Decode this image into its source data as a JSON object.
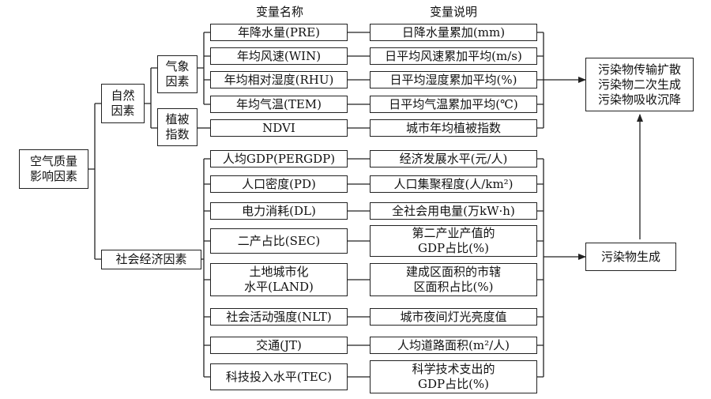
{
  "headers": {
    "variable_name": "变量名称",
    "variable_desc": "变量说明"
  },
  "root": {
    "line1": "空气质量",
    "line2": "影响因素"
  },
  "natural": {
    "line1": "自然",
    "line2": "因素"
  },
  "meteo": {
    "line1": "气象",
    "line2": "因素"
  },
  "vegetation": {
    "line1": "植被",
    "line2": "指数"
  },
  "socio": {
    "label": "社会经济因素"
  },
  "variables": [
    {
      "name": "年降水量(PRE)",
      "desc": "日降水量累加(mm)"
    },
    {
      "name": "年均风速(WIN)",
      "desc": "日平均风速累加平均(m/s)"
    },
    {
      "name": "年均相对湿度(RHU)",
      "desc": "日平均湿度累加平均(%)"
    },
    {
      "name": "年均气温(TEM)",
      "desc": "日平均气温累加平均(℃)"
    },
    {
      "name": "NDVI",
      "desc": "城市年均植被指数"
    },
    {
      "name": "人均GDP(PERGDP)",
      "desc": "经济发展水平(元/人)"
    },
    {
      "name": "人口密度(PD)",
      "desc": "人口集聚程度(人/km²)"
    },
    {
      "name": "电力消耗(DL)",
      "desc": "全社会用电量(万kW·h)"
    },
    {
      "name": "二产占比(SEC)",
      "desc_line1": "第二产业产值的",
      "desc_line2": "GDP占比(%)"
    },
    {
      "name_line1": "土地城市化",
      "name_line2": "水平(LAND)",
      "desc_line1": "建成区面积的市辖",
      "desc_line2": "区面积占比(%)"
    },
    {
      "name": "社会活动强度(NLT)",
      "desc": "城市夜间灯光亮度值"
    },
    {
      "name": "交通(JT)",
      "desc": "人均道路面积(m²/人)"
    },
    {
      "name": "科技投入水平(TEC)",
      "desc_line1": "科学技术支出的",
      "desc_line2": "GDP占比(%)"
    }
  ],
  "outcomes": {
    "natural_effect": {
      "line1": "污染物传输扩散",
      "line2": "污染物二次生成",
      "line3": "污染物吸收沉降"
    },
    "socio_effect": "污染物生成"
  }
}
